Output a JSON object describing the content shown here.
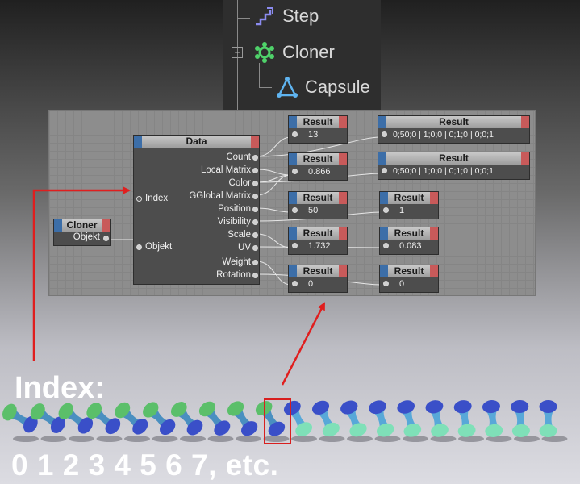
{
  "object_manager": {
    "items": [
      {
        "label": "Step",
        "icon": "step-effector-icon"
      },
      {
        "label": "Cloner",
        "icon": "cloner-icon"
      },
      {
        "label": "Capsule",
        "icon": "capsule-icon"
      }
    ],
    "fold_symbol": "−"
  },
  "xpresso": {
    "data_node": {
      "title": "Data",
      "inputs": [
        "Index",
        "Objekt"
      ],
      "outputs": [
        "Count",
        "Local Matrix",
        "Color",
        "GGlobal Matrix",
        "Position",
        "Visibility",
        "Scale",
        "UV",
        "Weight",
        "Rotation"
      ]
    },
    "cloner_node": {
      "title": "Cloner",
      "output": "Objekt"
    },
    "result_nodes_left": [
      {
        "title": "Result",
        "value": "13"
      },
      {
        "title": "Result",
        "value": "0.866"
      },
      {
        "title": "Result",
        "value": "50"
      },
      {
        "title": "Result",
        "value": "1.732"
      },
      {
        "title": "Result",
        "value": "0"
      }
    ],
    "result_nodes_right": [
      {
        "title": "Result",
        "value": "0;50;0 | 1;0;0 | 0;1;0 | 0;0;1"
      },
      {
        "title": "Result",
        "value": "0;50;0 | 1;0;0 | 0;1;0 | 0;0;1"
      },
      {
        "title": "Result",
        "value": "1"
      },
      {
        "title": "Result",
        "value": "0.083"
      },
      {
        "title": "Result",
        "value": "0"
      }
    ],
    "colors": {
      "header_blue": "#3c6ea8",
      "header_red": "#c85a5a"
    }
  },
  "scene": {
    "index_label": "Index:",
    "index_numbers": "0 1 2 3 4 5 6 7, etc.",
    "highlight_color": "#d81f1f",
    "capsule_colors": {
      "top_green": "#5bbf6a",
      "blue": "#3a4fc8"
    }
  }
}
